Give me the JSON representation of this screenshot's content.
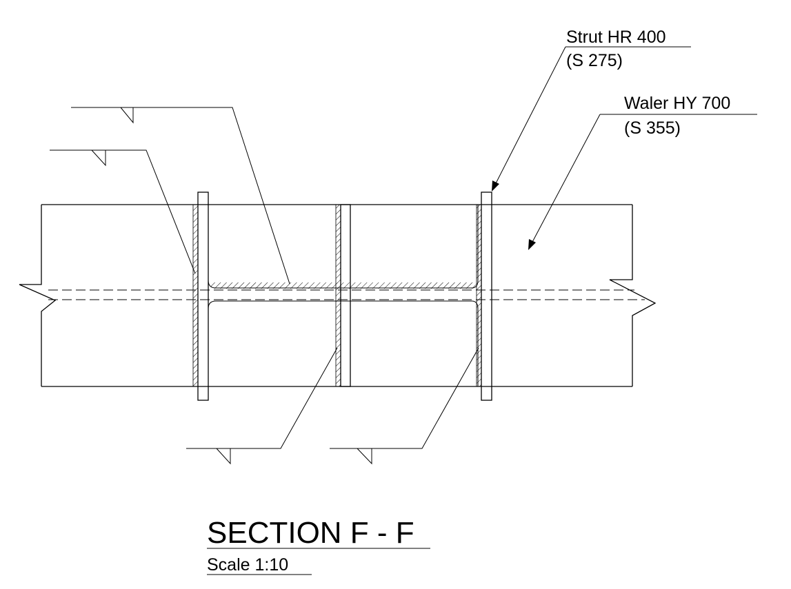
{
  "labels": {
    "strut_name": "Strut HR 400",
    "strut_grade": "(S 275)",
    "waler_name": "Waler HY 700",
    "waler_grade": "(S 355)"
  },
  "title": {
    "main": "SECTION F - F",
    "scale": "Scale 1:10"
  }
}
